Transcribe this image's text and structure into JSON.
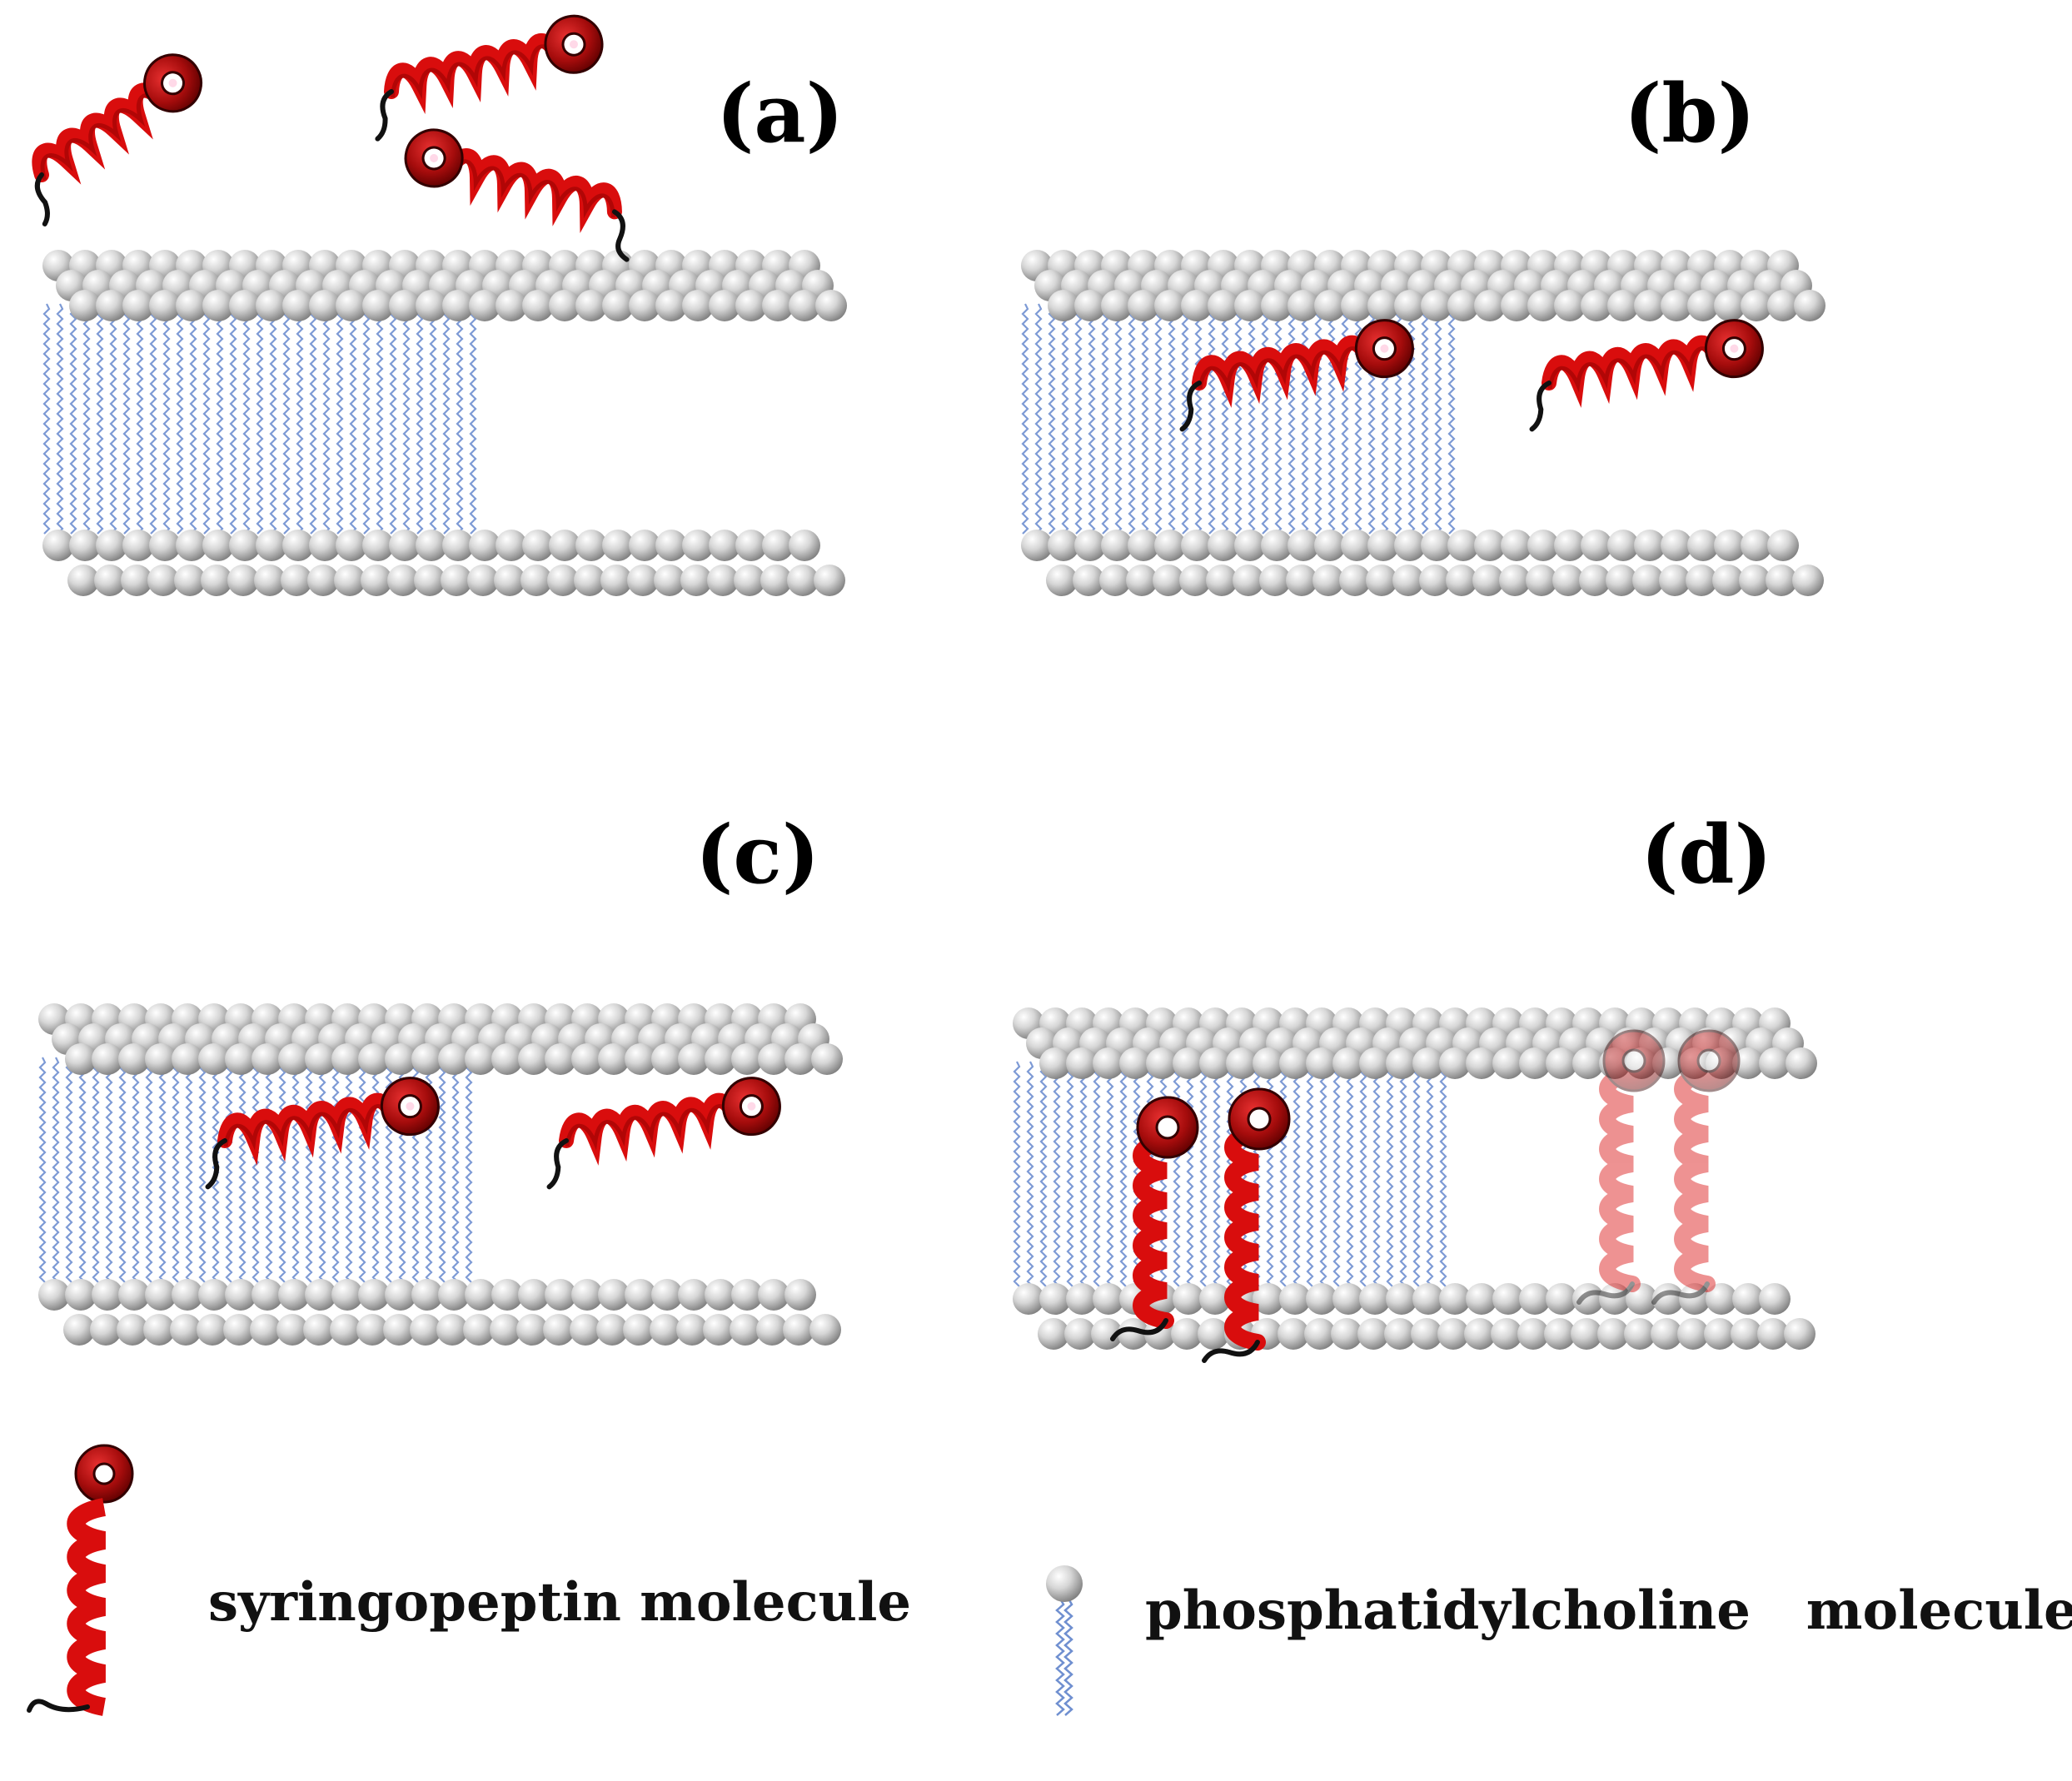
{
  "panels": [
    {
      "id": "a",
      "label": "(a)",
      "stage": "peptides-in-solution"
    },
    {
      "id": "b",
      "label": "(b)",
      "stage": "peptides-surface-adsorbed"
    },
    {
      "id": "c",
      "label": "(c)",
      "stage": "peptides-partially-inserted"
    },
    {
      "id": "d",
      "label": "(d)",
      "stage": "peptides-transmembrane-pore"
    }
  ],
  "legend": {
    "peptide_label": "syringopeptin molecule",
    "lipid_label": "phosphatidylcholine   molecule"
  },
  "colors": {
    "background": "#ffffff",
    "lipid_head": "#c9c9c9",
    "lipid_tail": "#6f8fd0",
    "helix": "#d90d0d",
    "helix_dark": "#8a0000",
    "helix_highlight": "#e01872",
    "ring": "#b51010",
    "tail": "#111111",
    "label_text": "#000000"
  }
}
